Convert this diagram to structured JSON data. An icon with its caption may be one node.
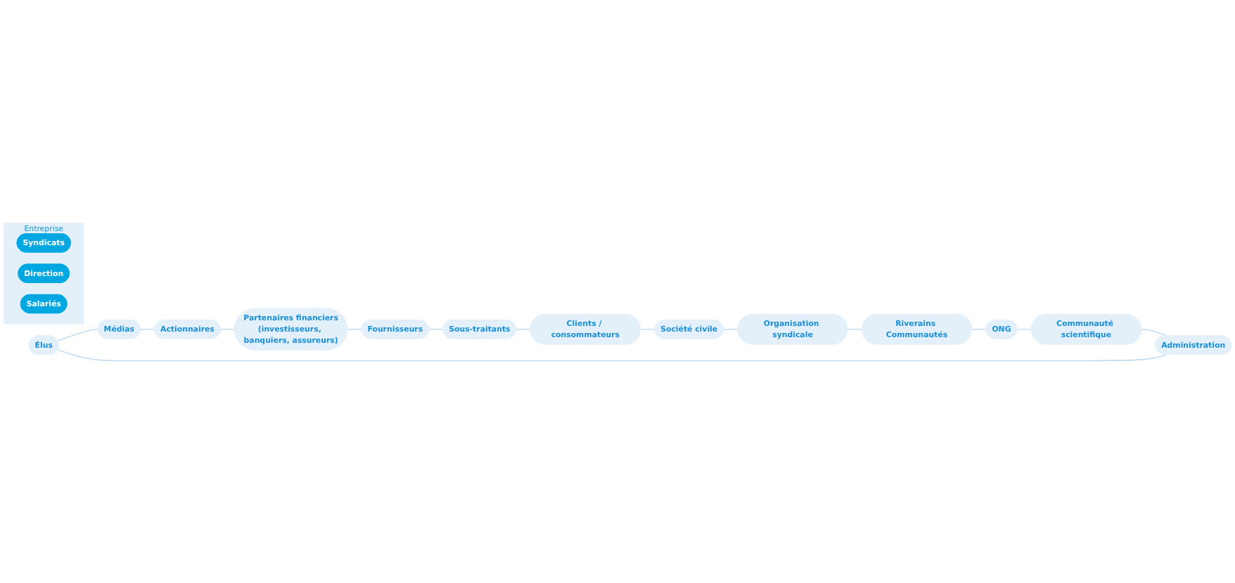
{
  "diagram": {
    "nodes": [
      {
        "text": [
          "Élus"
        ]
      },
      {
        "text": [
          "Médias"
        ]
      },
      {
        "text": [
          "Actionnaires"
        ]
      },
      {
        "text": [
          "Partenaires financiers",
          "(investisseurs, banquiers, assureurs)"
        ]
      },
      {
        "text": [
          "Fournisseurs"
        ]
      },
      {
        "text": [
          "Sous-traitants"
        ]
      },
      {
        "text": [
          "Clients / consommateurs"
        ]
      },
      {
        "text": [
          "Société civile"
        ]
      },
      {
        "text": [
          "Organisation syndicale"
        ]
      },
      {
        "text": [
          "Riverains Communautés"
        ]
      },
      {
        "text": [
          "ONG"
        ]
      },
      {
        "text": [
          "Communauté scientifique"
        ]
      },
      {
        "text": [
          "Administration"
        ]
      },
      {
        "text": [
          "Entreprise"
        ]
      },
      {
        "text": [
          "Syndicats"
        ],
        "in": 13
      },
      {
        "text": [
          "Direction"
        ],
        "in": 13
      },
      {
        "text": [
          "Salariés"
        ],
        "in": 13
      }
    ],
    "edges": [
      {
        "from": 0,
        "to": 1,
        "arrow": "none"
      },
      {
        "from": 1,
        "to": 2,
        "arrow": "none"
      },
      {
        "from": 2,
        "to": 3,
        "arrow": "none"
      },
      {
        "from": 3,
        "to": 4,
        "arrow": "none"
      },
      {
        "from": 4,
        "to": 5,
        "arrow": "none"
      },
      {
        "from": 5,
        "to": 6,
        "arrow": "none"
      },
      {
        "from": 6,
        "to": 7,
        "arrow": "none"
      },
      {
        "from": 7,
        "to": 8,
        "arrow": "none"
      },
      {
        "from": 8,
        "to": 9,
        "arrow": "none"
      },
      {
        "from": 9,
        "to": 10,
        "arrow": "none"
      },
      {
        "from": 10,
        "to": 11,
        "arrow": "none"
      },
      {
        "from": 11,
        "to": 12,
        "arrow": "none"
      },
      {
        "from": 12,
        "to": 0,
        "arrow": "none"
      }
    ]
  }
}
